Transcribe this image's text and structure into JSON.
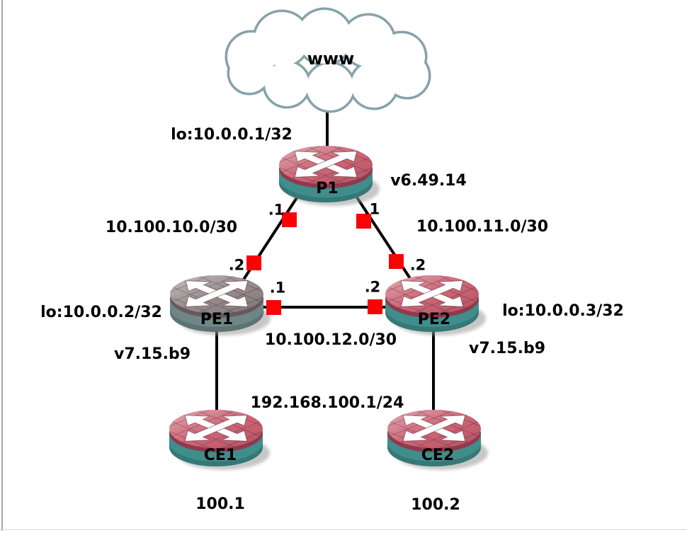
{
  "cloud": {
    "label": "www"
  },
  "nodes": [
    {
      "id": "p1",
      "label": "P1",
      "loopback": "lo:10.0.0.1/32",
      "version": "v6.49.14"
    },
    {
      "id": "pe1",
      "label": "PE1",
      "loopback": "lo:10.0.0.2/32",
      "version": "v7.15.b9"
    },
    {
      "id": "pe2",
      "label": "PE2",
      "loopback": "lo:10.0.0.3/32",
      "version": "v7.15.b9"
    },
    {
      "id": "ce1",
      "label": "CE1",
      "address": "100.1"
    },
    {
      "id": "ce2",
      "label": "CE2",
      "address": "100.2"
    }
  ],
  "links": [
    {
      "id": "p1-pe1",
      "subnet": "10.100.10.0/30",
      "end_a": ".1",
      "end_b": ".2"
    },
    {
      "id": "p1-pe2",
      "subnet": "10.100.11.0/30",
      "end_a": ".1",
      "end_b": ".2"
    },
    {
      "id": "pe1-pe2",
      "subnet": "10.100.12.0/30",
      "end_a": ".1",
      "end_b": ".2"
    },
    {
      "id": "ce-lan",
      "subnet": "192.168.100.1/24"
    }
  ],
  "colors": {
    "router_red_top": "#c9586b",
    "router_gray_top": "#8e8183",
    "router_body_teal": "#3f8e8c",
    "router_body_gray": "#6e8786",
    "port_marker_red": "#f90404",
    "cloud_stroke": "#87a2aa",
    "link_line": "#000000"
  }
}
